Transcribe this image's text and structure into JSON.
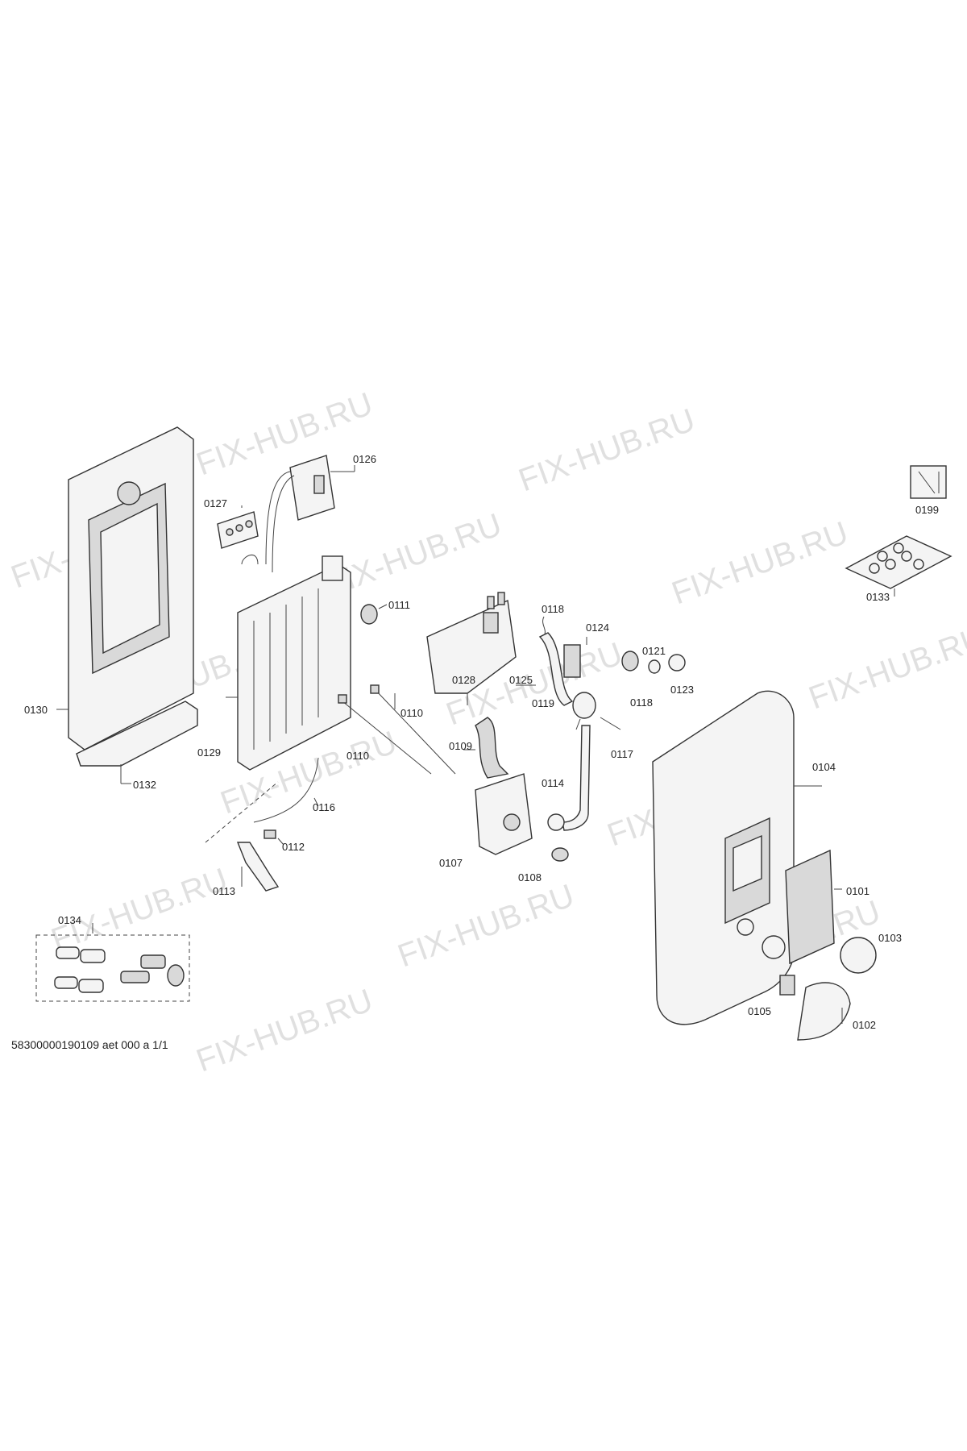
{
  "watermark": "FIX-HUB.RU",
  "footer_text": "58300000190109 aet 000 a 1/1",
  "part_labels": {
    "p0101": "0101",
    "p0102": "0102",
    "p0103": "0103",
    "p0104": "0104",
    "p0105": "0105",
    "p0107": "0107",
    "p0108": "0108",
    "p0109": "0109",
    "p0110a": "0110",
    "p0110b": "0110",
    "p0111": "0111",
    "p0112": "0112",
    "p0113": "0113",
    "p0114": "0114",
    "p0116": "0116",
    "p0117": "0117",
    "p0118a": "0118",
    "p0118b": "0118",
    "p0119": "0119",
    "p0121": "0121",
    "p0123": "0123",
    "p0124": "0124",
    "p0125": "0125",
    "p0126": "0126",
    "p0127": "0127",
    "p0128": "0128",
    "p0129": "0129",
    "p0130": "0130",
    "p0132": "0132",
    "p0133": "0133",
    "p0134": "0134",
    "p0199": "0199"
  },
  "icons": {
    "service_icon": "wrench-screwdriver-icon"
  }
}
